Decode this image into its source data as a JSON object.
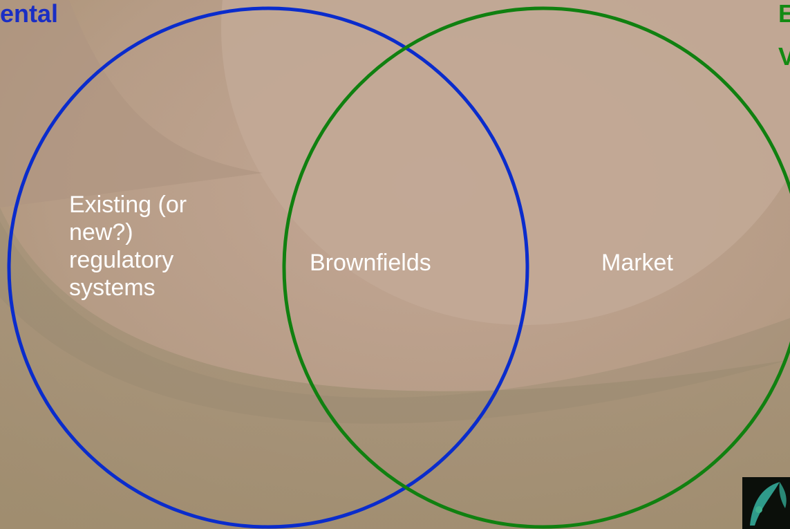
{
  "colors": {
    "left_circle": "#0a2ccc",
    "right_circle": "#108010",
    "left_title": "#1a2ec4",
    "right_title": "#138a13",
    "region_text": "#ffffff"
  },
  "diagram": {
    "type": "venn",
    "left_set": {
      "title_fragment": "ental",
      "text": [
        "Existing (or",
        "new?)",
        "regulatory",
        "systems"
      ]
    },
    "right_set": {
      "title_fragment_line1": "E",
      "title_fragment_line2": "V",
      "text": "Market"
    },
    "intersection": {
      "text": "Brownfields"
    }
  },
  "logo": {
    "icon": "leaf-logo-icon"
  }
}
